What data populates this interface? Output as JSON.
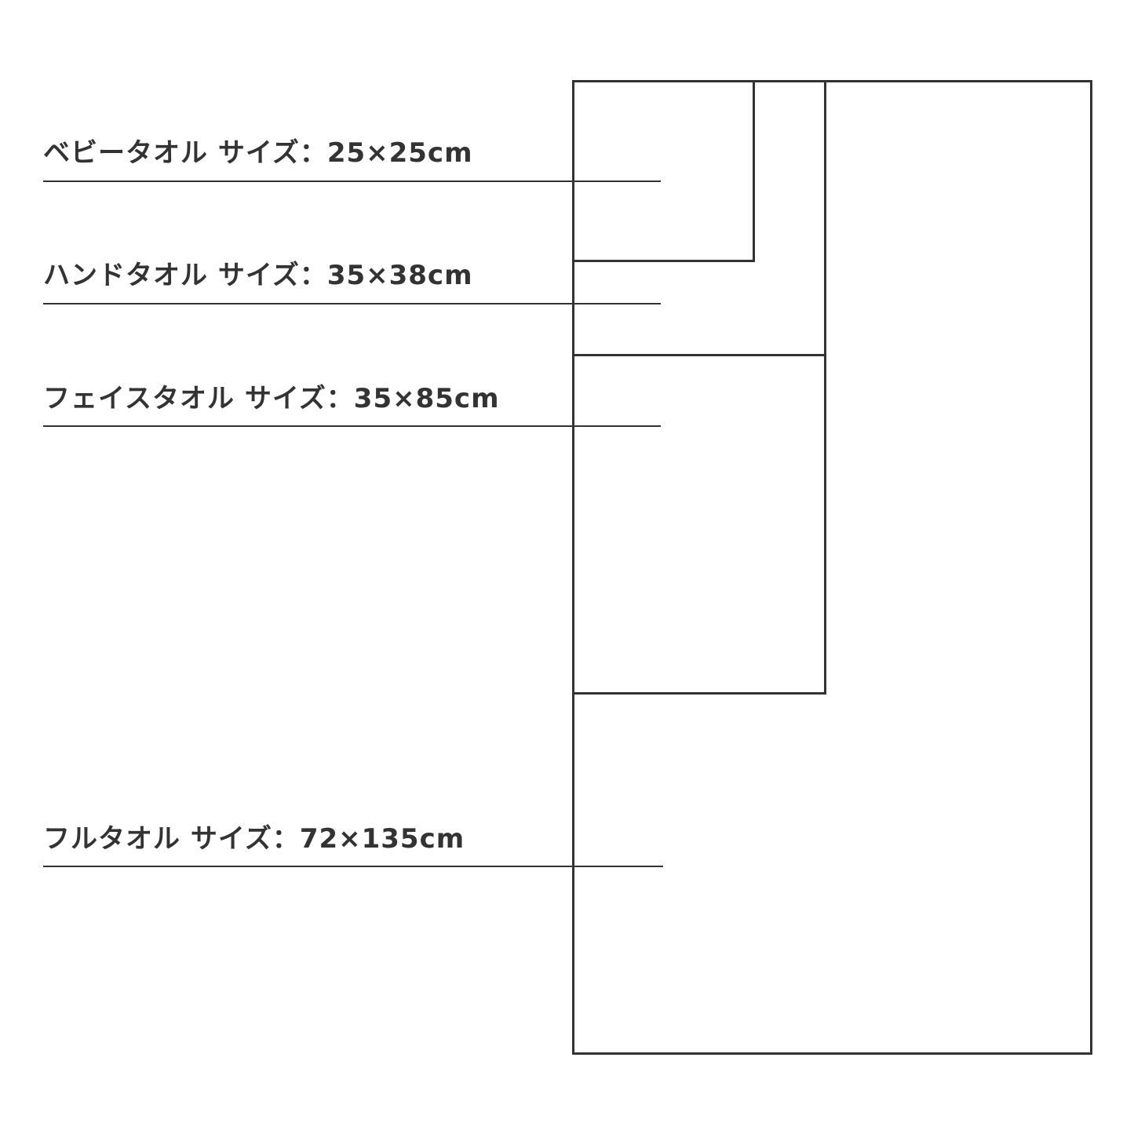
{
  "colors": {
    "stroke": "#333333",
    "background": "#ffffff"
  },
  "towels": [
    {
      "name": "ベビータオル",
      "label": "ベビータオル サイズ：25×25cm",
      "width_cm": 25,
      "height_cm": 25
    },
    {
      "name": "ハンドタオル",
      "label": "ハンドタオル サイズ：35×38cm",
      "width_cm": 35,
      "height_cm": 38
    },
    {
      "name": "フェイスタオル",
      "label": "フェイスタオル サイズ：35×85cm",
      "width_cm": 35,
      "height_cm": 85
    },
    {
      "name": "フルタオル",
      "label": "フルタオル サイズ：72×135cm",
      "width_cm": 72,
      "height_cm": 135
    }
  ]
}
